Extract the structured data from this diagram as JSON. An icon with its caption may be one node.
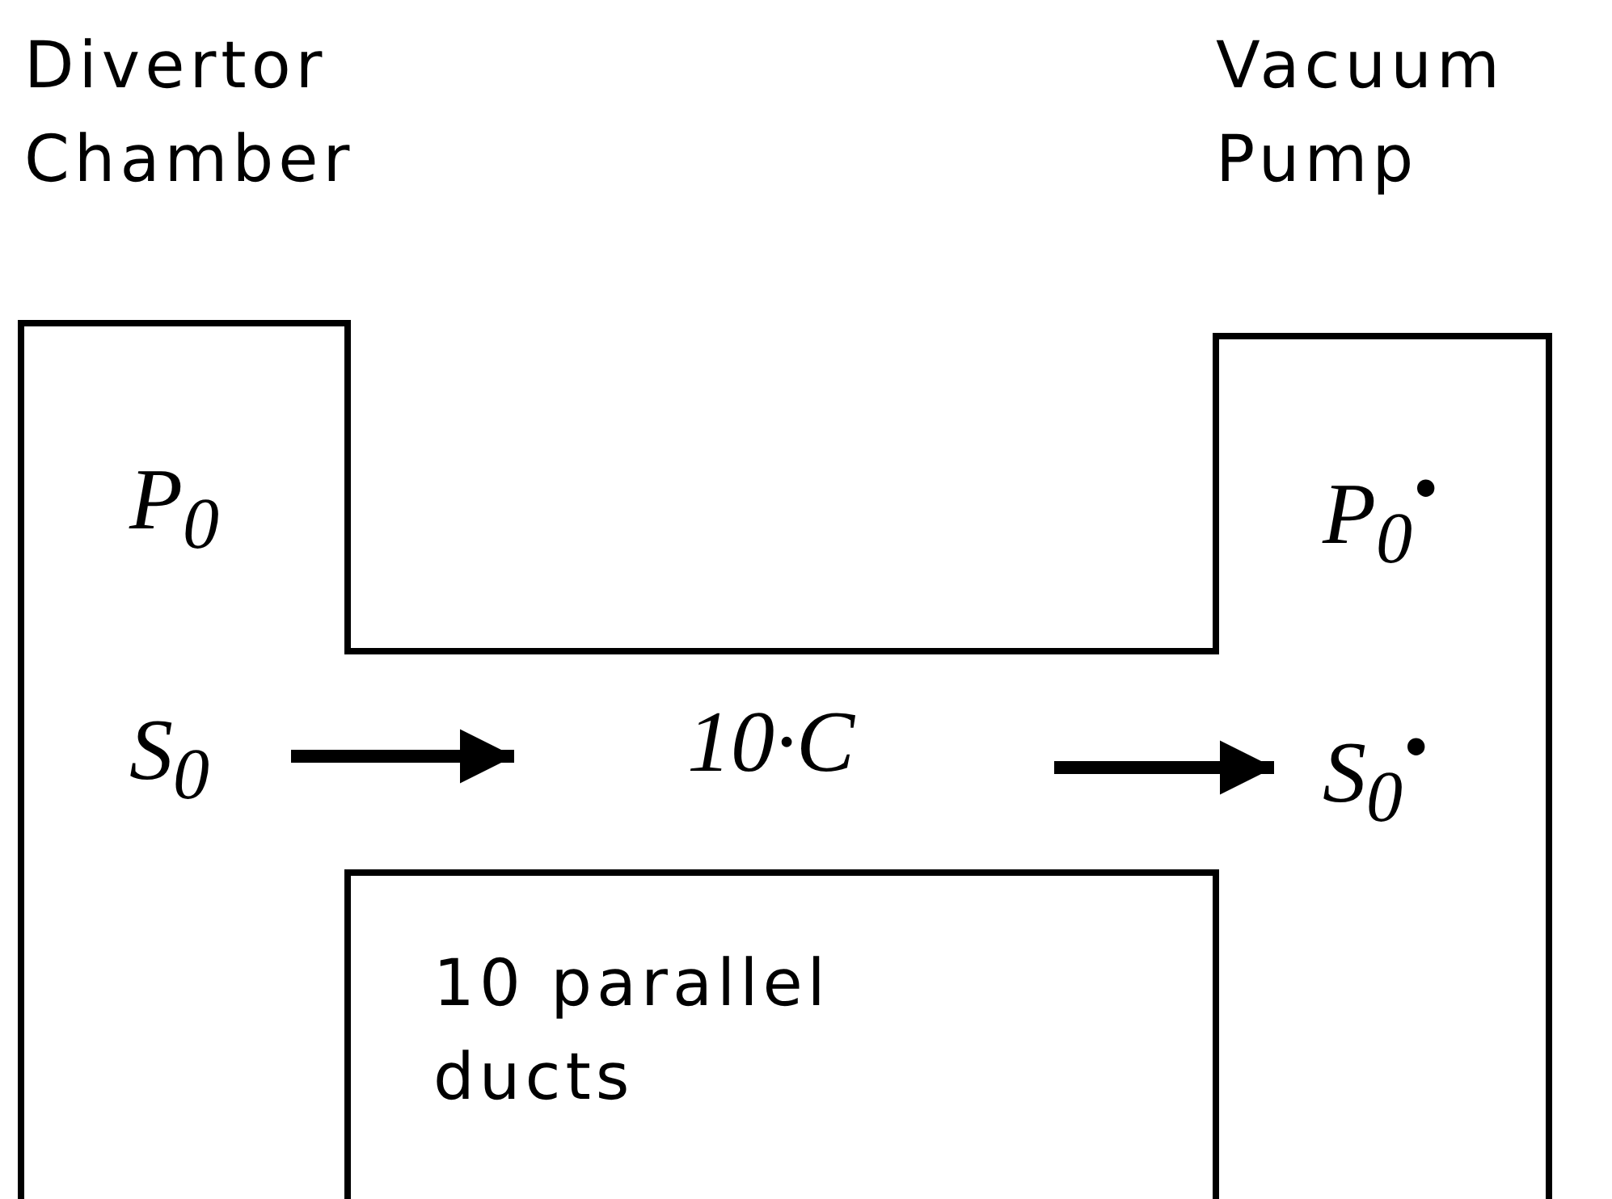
{
  "diagram": {
    "labels": [
      "Divertor Chamber",
      "Vacuum Pump",
      "P$_{0}$",
      "P$_{0}$$^{•}$",
      "S$_{0}$",
      "10·C",
      "S$_{0}$$^{•}$",
      "10 parallel ducts"
    ]
  }
}
